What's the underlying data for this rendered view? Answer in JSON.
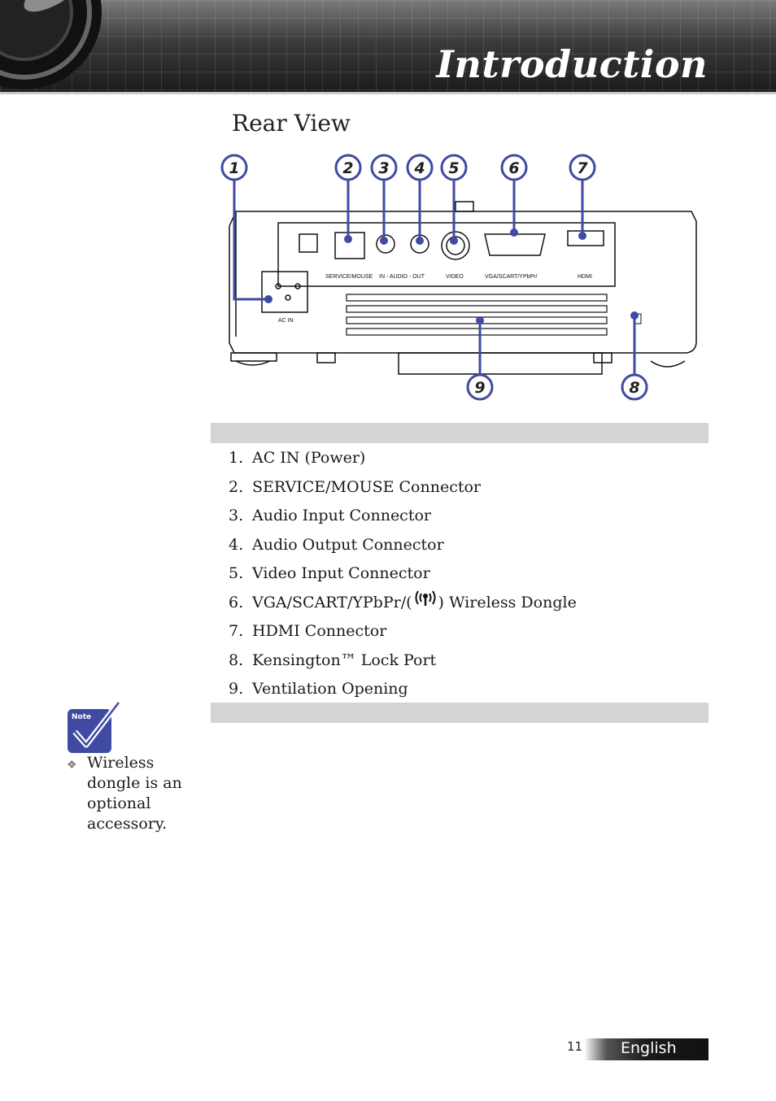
{
  "header": {
    "title": "Introduction"
  },
  "section": {
    "title": "Rear View"
  },
  "diagram": {
    "callouts": [
      "1",
      "2",
      "3",
      "4",
      "5",
      "6",
      "7",
      "8",
      "9"
    ],
    "port_labels": {
      "service_mouse": "SERVICE/MOUSE",
      "audio": "IN - AUDIO - OUT",
      "video": "VIDEO",
      "vga": "VGA/SCART/YPbPr/",
      "hdmi": "HDMI",
      "ac_in": "AC IN"
    }
  },
  "items": [
    {
      "num": "1.",
      "text": "AC IN (Power)"
    },
    {
      "num": "2.",
      "text": "SERVICE/MOUSE Connector"
    },
    {
      "num": "3.",
      "text": "Audio Input Connector"
    },
    {
      "num": "4.",
      "text": "Audio Output Connector"
    },
    {
      "num": "5.",
      "text": "Video Input Connector"
    },
    {
      "num": "6.",
      "text_before": "VGA/SCART/YPbPr/(",
      "text_after": ") Wireless Dongle"
    },
    {
      "num": "7.",
      "text": "HDMI Connector"
    },
    {
      "num": "8.",
      "text": "Kensington™ Lock Port"
    },
    {
      "num": "9.",
      "text": "Ventilation Opening"
    }
  ],
  "note": {
    "label": "Note",
    "text": "Wireless dongle is an optional accessory."
  },
  "footer": {
    "page_number": "11",
    "language": "English"
  },
  "colors": {
    "callout": "#3f4aa3",
    "bar": "#d4d4d4"
  }
}
